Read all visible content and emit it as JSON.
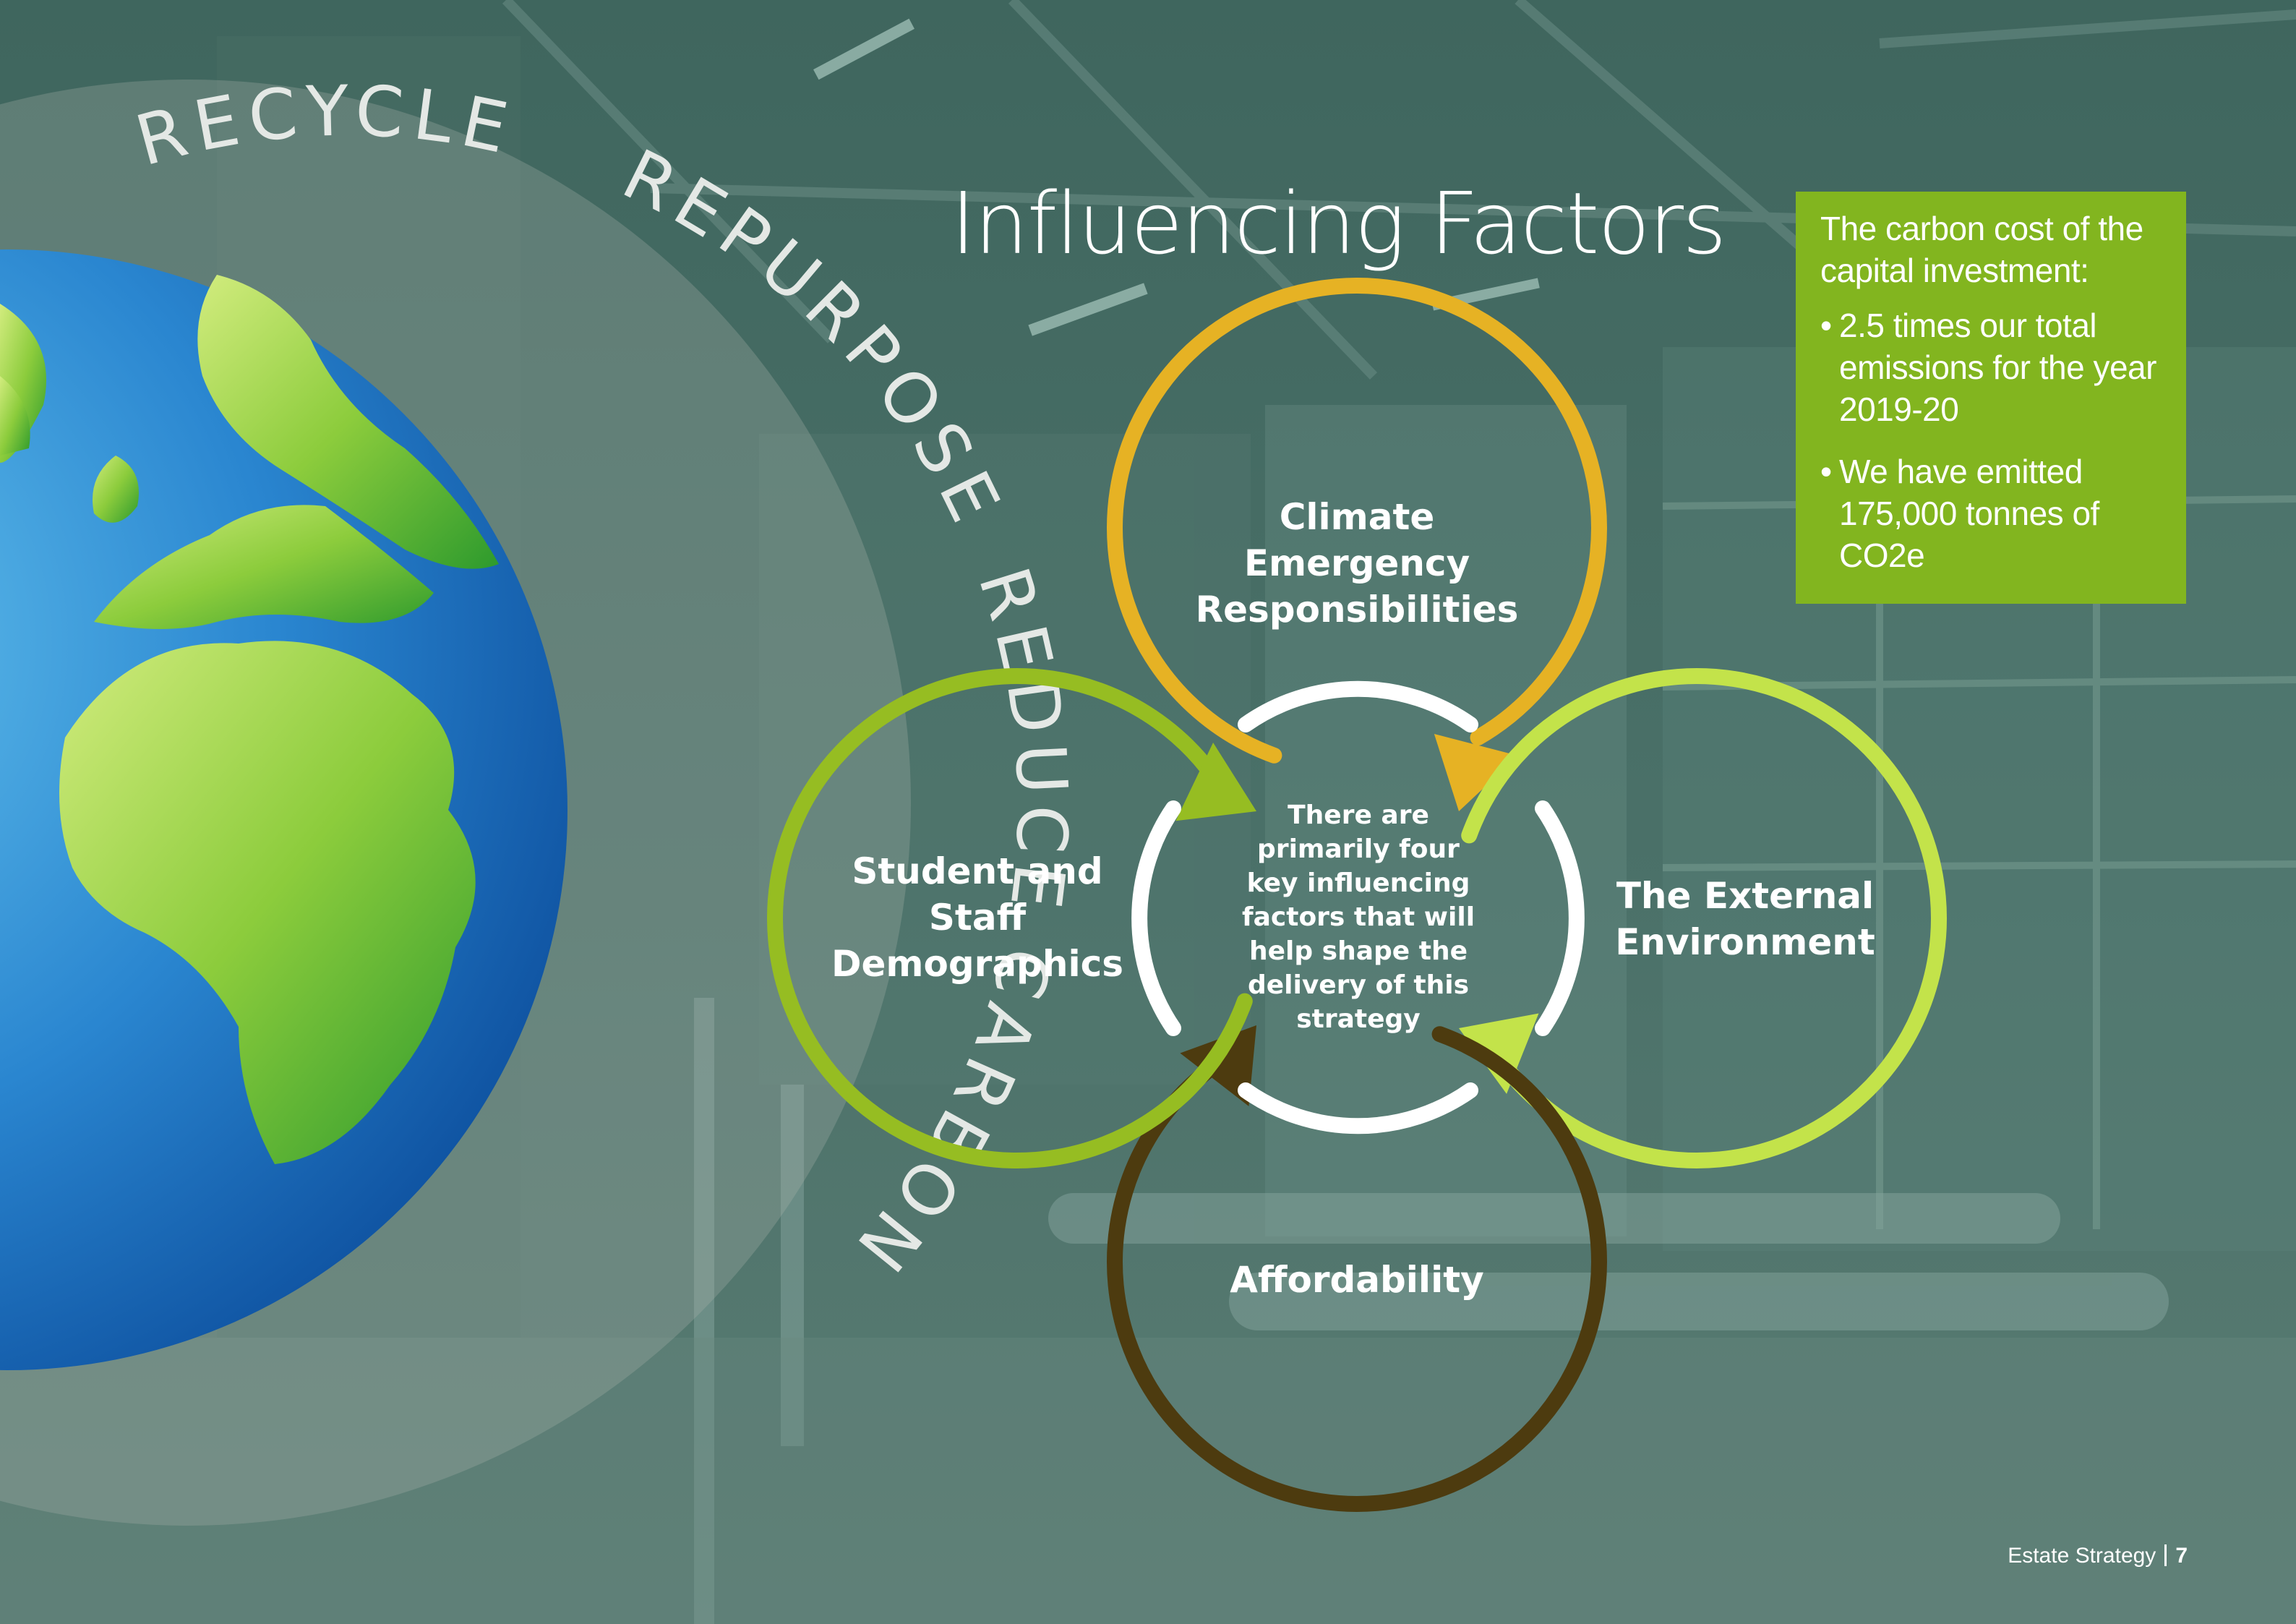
{
  "page": {
    "title": "Influencing Factors"
  },
  "ring_words": {
    "recycle": "RECYCLE",
    "repurpose": "REPURPOSE",
    "reduce_carbon": "REDUCE CARBON"
  },
  "diagram": {
    "center_text_lines": [
      "There are",
      "primarily four",
      "key influencing",
      "factors that will",
      "help shape the",
      "delivery of this",
      "strategy"
    ],
    "factors": {
      "climate": {
        "lines": [
          "Climate",
          "Emergency",
          "Responsibilities"
        ],
        "color": "#e6b224"
      },
      "external": {
        "lines": [
          "The External",
          "Environment"
        ],
        "color": "#c3e34a"
      },
      "affordability": {
        "lines": [
          "Affordability"
        ],
        "color": "#4d3b0f"
      },
      "student": {
        "lines": [
          "Student and",
          "Staff",
          "Demographics"
        ],
        "color": "#96bd22"
      }
    }
  },
  "callout": {
    "intro": "The carbon cost of the capital investment:",
    "bullets": [
      "2.5 times our total emissions for the year 2019-20",
      "We have emitted 175,000 tonnes of CO2e"
    ],
    "background": "#82b51f"
  },
  "footer": {
    "label": "Estate Strategy",
    "page_number": "7"
  }
}
